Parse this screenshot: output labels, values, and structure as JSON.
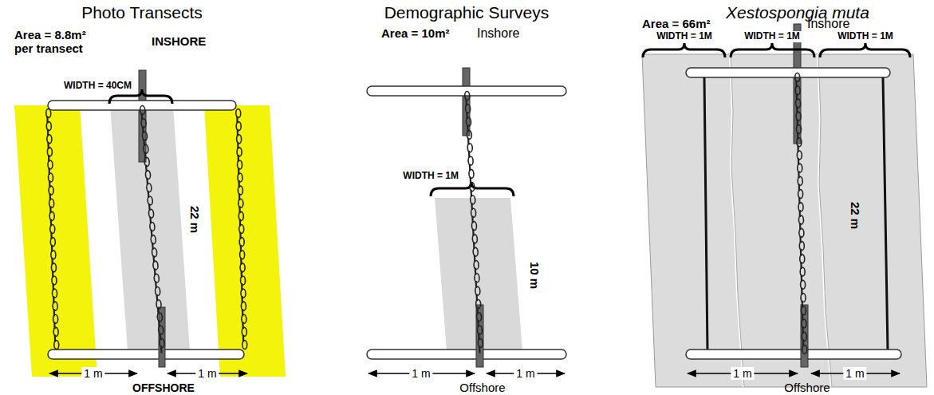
{
  "diagram": {
    "labels": [
      "Photo Transects",
      "Demographic Surveys",
      "Xestospongia muta",
      "Area = 8.8m² per transect",
      "INSHORE",
      "WIDTH = 40CM",
      "22 m",
      "1 m",
      "1 m",
      "OFFSHORE",
      "Area = 10m²",
      "Inshore",
      "WIDTH = 1M",
      "10 m",
      "1 m",
      "1 m",
      "Offshore",
      "Area = 66m²",
      "Inshore",
      "WIDTH = 1M",
      "WIDTH = 1M",
      "WIDTH = 1M",
      "22 m",
      "1 m",
      "1 m",
      "Offshore"
    ]
  }
}
